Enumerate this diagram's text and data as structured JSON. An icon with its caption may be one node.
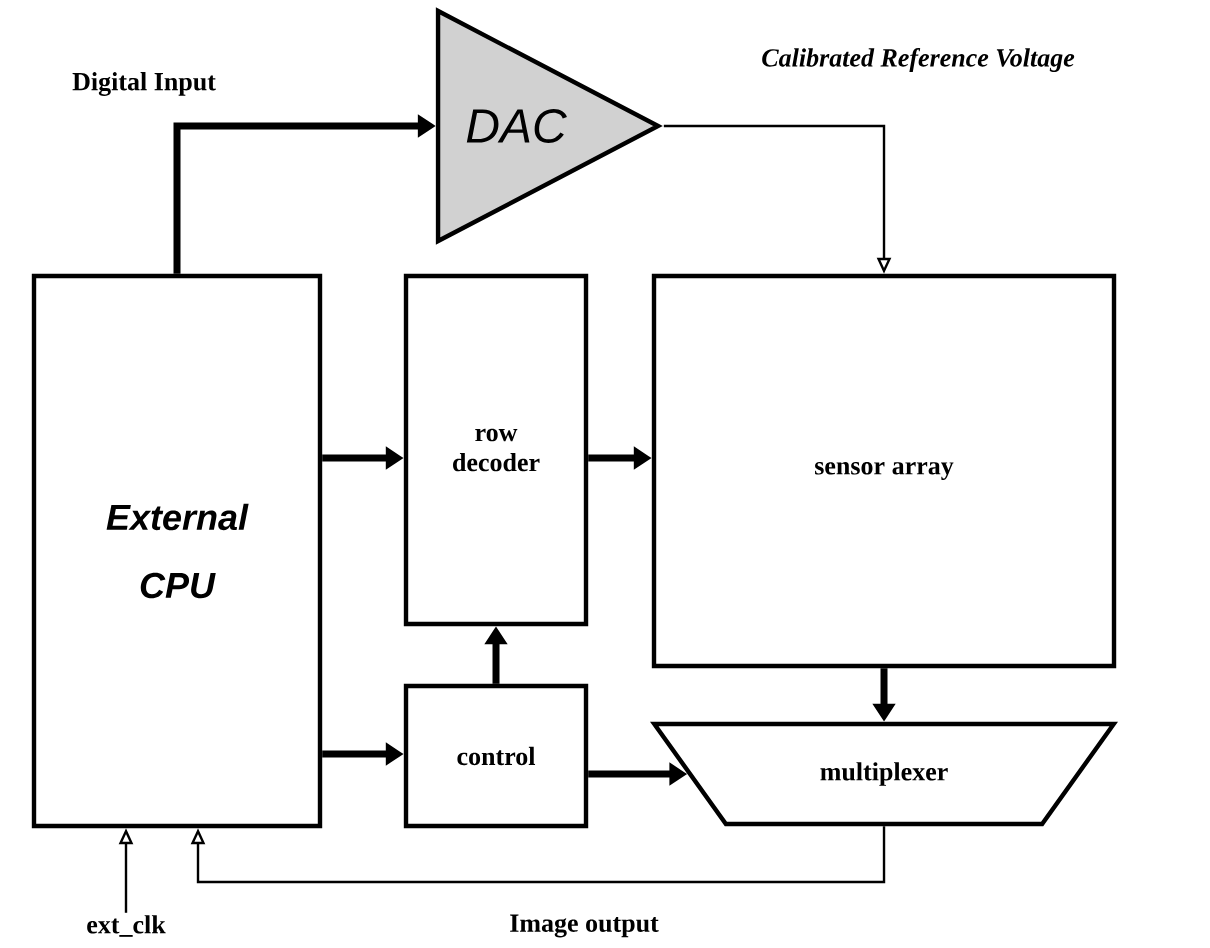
{
  "diagram": {
    "nodes": [
      {
        "text": [
          "External CPU"
        ]
      },
      {
        "text": [
          "DAC"
        ]
      },
      {
        "text": [
          "row decoder"
        ]
      },
      {
        "text": [
          "sensor array"
        ]
      },
      {
        "text": [
          "control"
        ]
      },
      {
        "text": [
          "multiplexer"
        ]
      },
      {
        "text": [
          "ext_clk"
        ]
      }
    ],
    "edges": [
      {
        "from": 0,
        "to": 1,
        "arrow": "to",
        "label": "Digital Input"
      },
      {
        "from": 1,
        "to": 3,
        "arrow": "to",
        "label": "Calibrated Reference Voltage"
      },
      {
        "from": 0,
        "to": 2,
        "arrow": "to"
      },
      {
        "from": 2,
        "to": 3,
        "arrow": "to"
      },
      {
        "from": 0,
        "to": 4,
        "arrow": "to"
      },
      {
        "from": 4,
        "to": 2,
        "arrow": "to"
      },
      {
        "from": 4,
        "to": 5,
        "arrow": "to"
      },
      {
        "from": 3,
        "to": 5,
        "arrow": "to"
      },
      {
        "from": 5,
        "to": 0,
        "arrow": "to",
        "label": "Image output"
      },
      {
        "from": 6,
        "to": 0,
        "arrow": "to"
      }
    ]
  }
}
